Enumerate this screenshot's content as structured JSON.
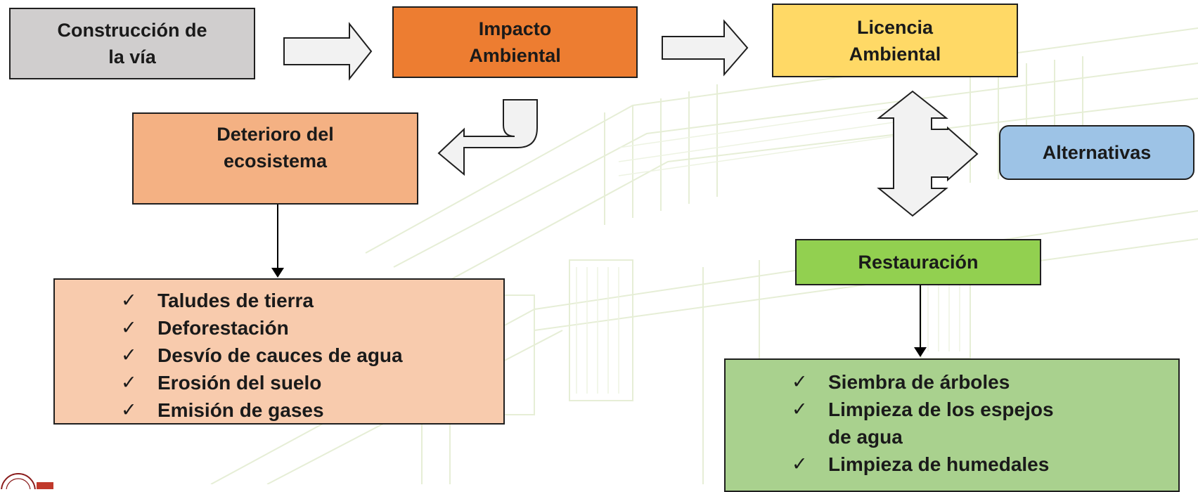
{
  "colors": {
    "gray_box": "#d0cece",
    "orange_box": "#ed7d31",
    "yellow_box": "#ffd966",
    "peach_box": "#f4b183",
    "light_peach": "#f8cbad",
    "blue_box": "#9dc3e6",
    "green_box": "#92d050",
    "light_green": "#a9d18e",
    "arrow_fill": "#f2f2f2",
    "watermark": "#e4edd3"
  },
  "boxes": {
    "construccion": {
      "line1": "Construcción de",
      "line2": "la vía"
    },
    "impacto": {
      "line1": "Impacto",
      "line2": "Ambiental"
    },
    "licencia": {
      "line1": "Licencia",
      "line2": "Ambiental"
    },
    "deterioro": {
      "line1": "Deterioro del",
      "line2": "ecosistema"
    },
    "alternativas": {
      "label": "Alternativas"
    },
    "restauracion": {
      "label": "Restauración"
    }
  },
  "check_glyph": "✓",
  "deterioro_list": [
    "Taludes de tierra",
    "Deforestación",
    "Desvío de cauces de agua",
    "Erosión del suelo",
    "Emisión de gases"
  ],
  "restauracion_list": [
    {
      "line1": "Siembra de árboles"
    },
    {
      "line1": "Limpieza de los espejos",
      "line2": "de agua"
    },
    {
      "line1": "Limpieza de humedales"
    }
  ],
  "icons": {
    "logo": "university-seal-icon"
  }
}
